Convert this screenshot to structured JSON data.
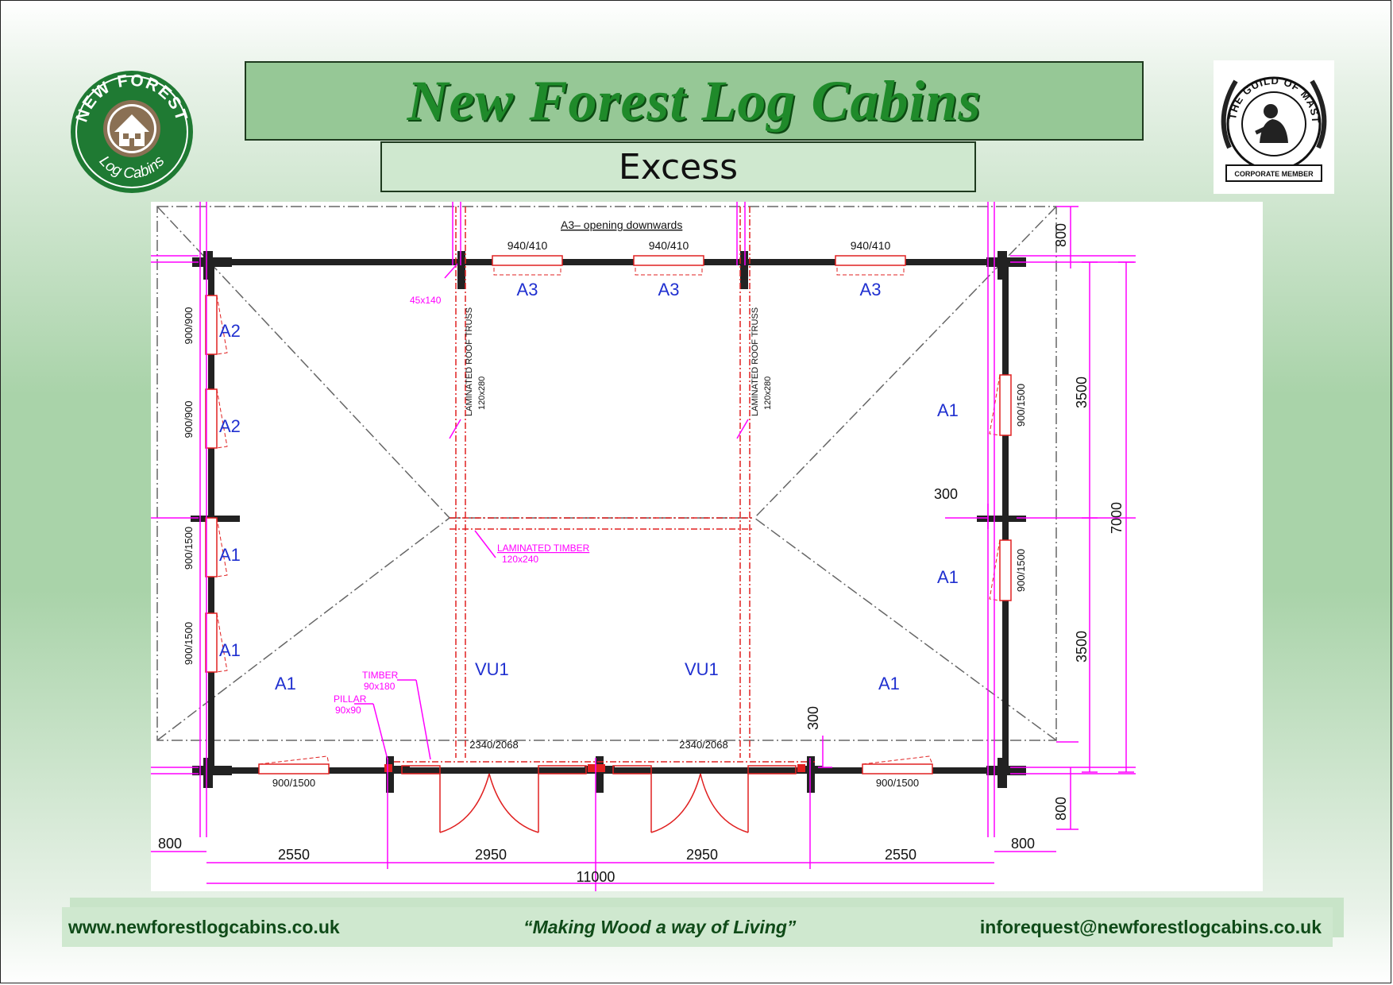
{
  "header": {
    "brand_title": "New Forest Log Cabins",
    "subtitle": "Excess",
    "logo": {
      "top_text": "NEW FOREST",
      "bottom_text": "Log Cabins",
      "icon": "house-icon",
      "color": "#1f7a33"
    },
    "guild_badge": {
      "ring_text": "THE GUILD OF MASTER CRAFTSMEN",
      "banner": "CORPORATE MEMBER"
    }
  },
  "plan": {
    "note": "A3– opening downwards",
    "window_labels": {
      "a3": "A3",
      "a2": "A2",
      "a1": "A1",
      "vu1": "VU1"
    },
    "window_sizes": {
      "a3": "940/410",
      "a2": "900/900",
      "a1": "900/1500",
      "vu1": "2340/2068"
    },
    "annotations": {
      "post": "45x140",
      "truss_1": "LAMINATED ROOF TRUSS",
      "truss_2": "120x280",
      "timber_beam": "LAMINATED TIMBER",
      "timber_beam_size": "120x240",
      "timber": "TIMBER",
      "timber_size": "90x180",
      "pillar": "PILLAR",
      "pillar_size": "90x90"
    },
    "dimensions": {
      "overhang": "800",
      "bay_outer": "2550",
      "bay_inner": "2950",
      "total_width": "11000",
      "half_depth": "3500",
      "total_depth": "7000",
      "offset": "300"
    }
  },
  "footer": {
    "website": "www.newforestlogcabins.co.uk",
    "slogan": "“Making Wood a way of Living”",
    "email": "inforequest@newforestlogcabins.co.uk"
  },
  "colors": {
    "title_green": "#1f8a2a",
    "panel_green": "#96c896",
    "magenta": "#ff00ff",
    "red": "#e02020",
    "blue": "#2030d0"
  }
}
